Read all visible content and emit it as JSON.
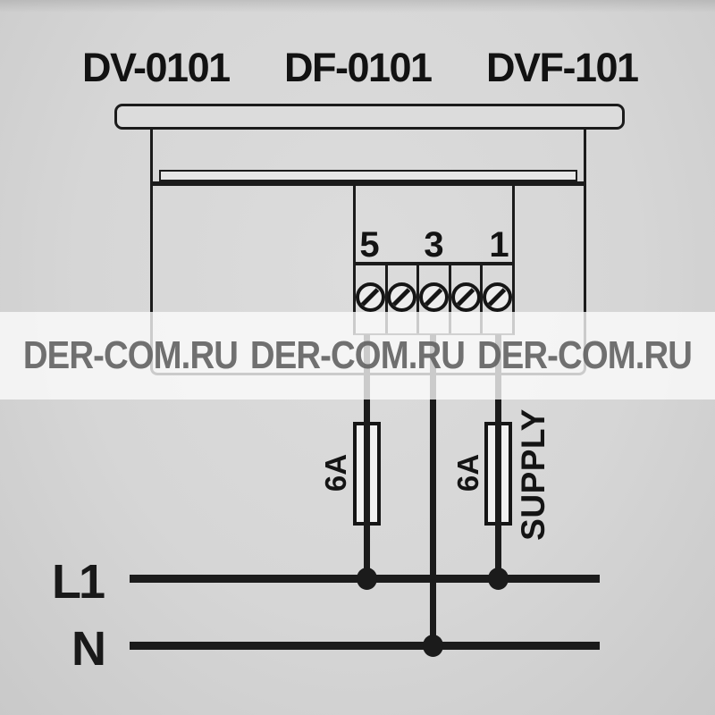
{
  "title": {
    "models": [
      "DV-0101",
      "DF-0101",
      "DVF-101"
    ]
  },
  "watermark": {
    "instances": [
      "DER-COM.RU",
      "DER-COM.RU",
      "DER-COM.RU"
    ],
    "color": "#646464"
  },
  "device": {
    "terminal_labels": [
      "5",
      "3",
      "1"
    ],
    "terminal_screw_count": 5
  },
  "circuit": {
    "fuses": [
      {
        "label": "6A",
        "on_terminal": "5"
      },
      {
        "label": "6A",
        "on_terminal": "1"
      }
    ],
    "supply_label": "SUPPLY",
    "lines": [
      {
        "label": "L1"
      },
      {
        "label": "N"
      }
    ],
    "colors": {
      "line": "#1b1b1b",
      "background": "#d6d6d6"
    }
  }
}
